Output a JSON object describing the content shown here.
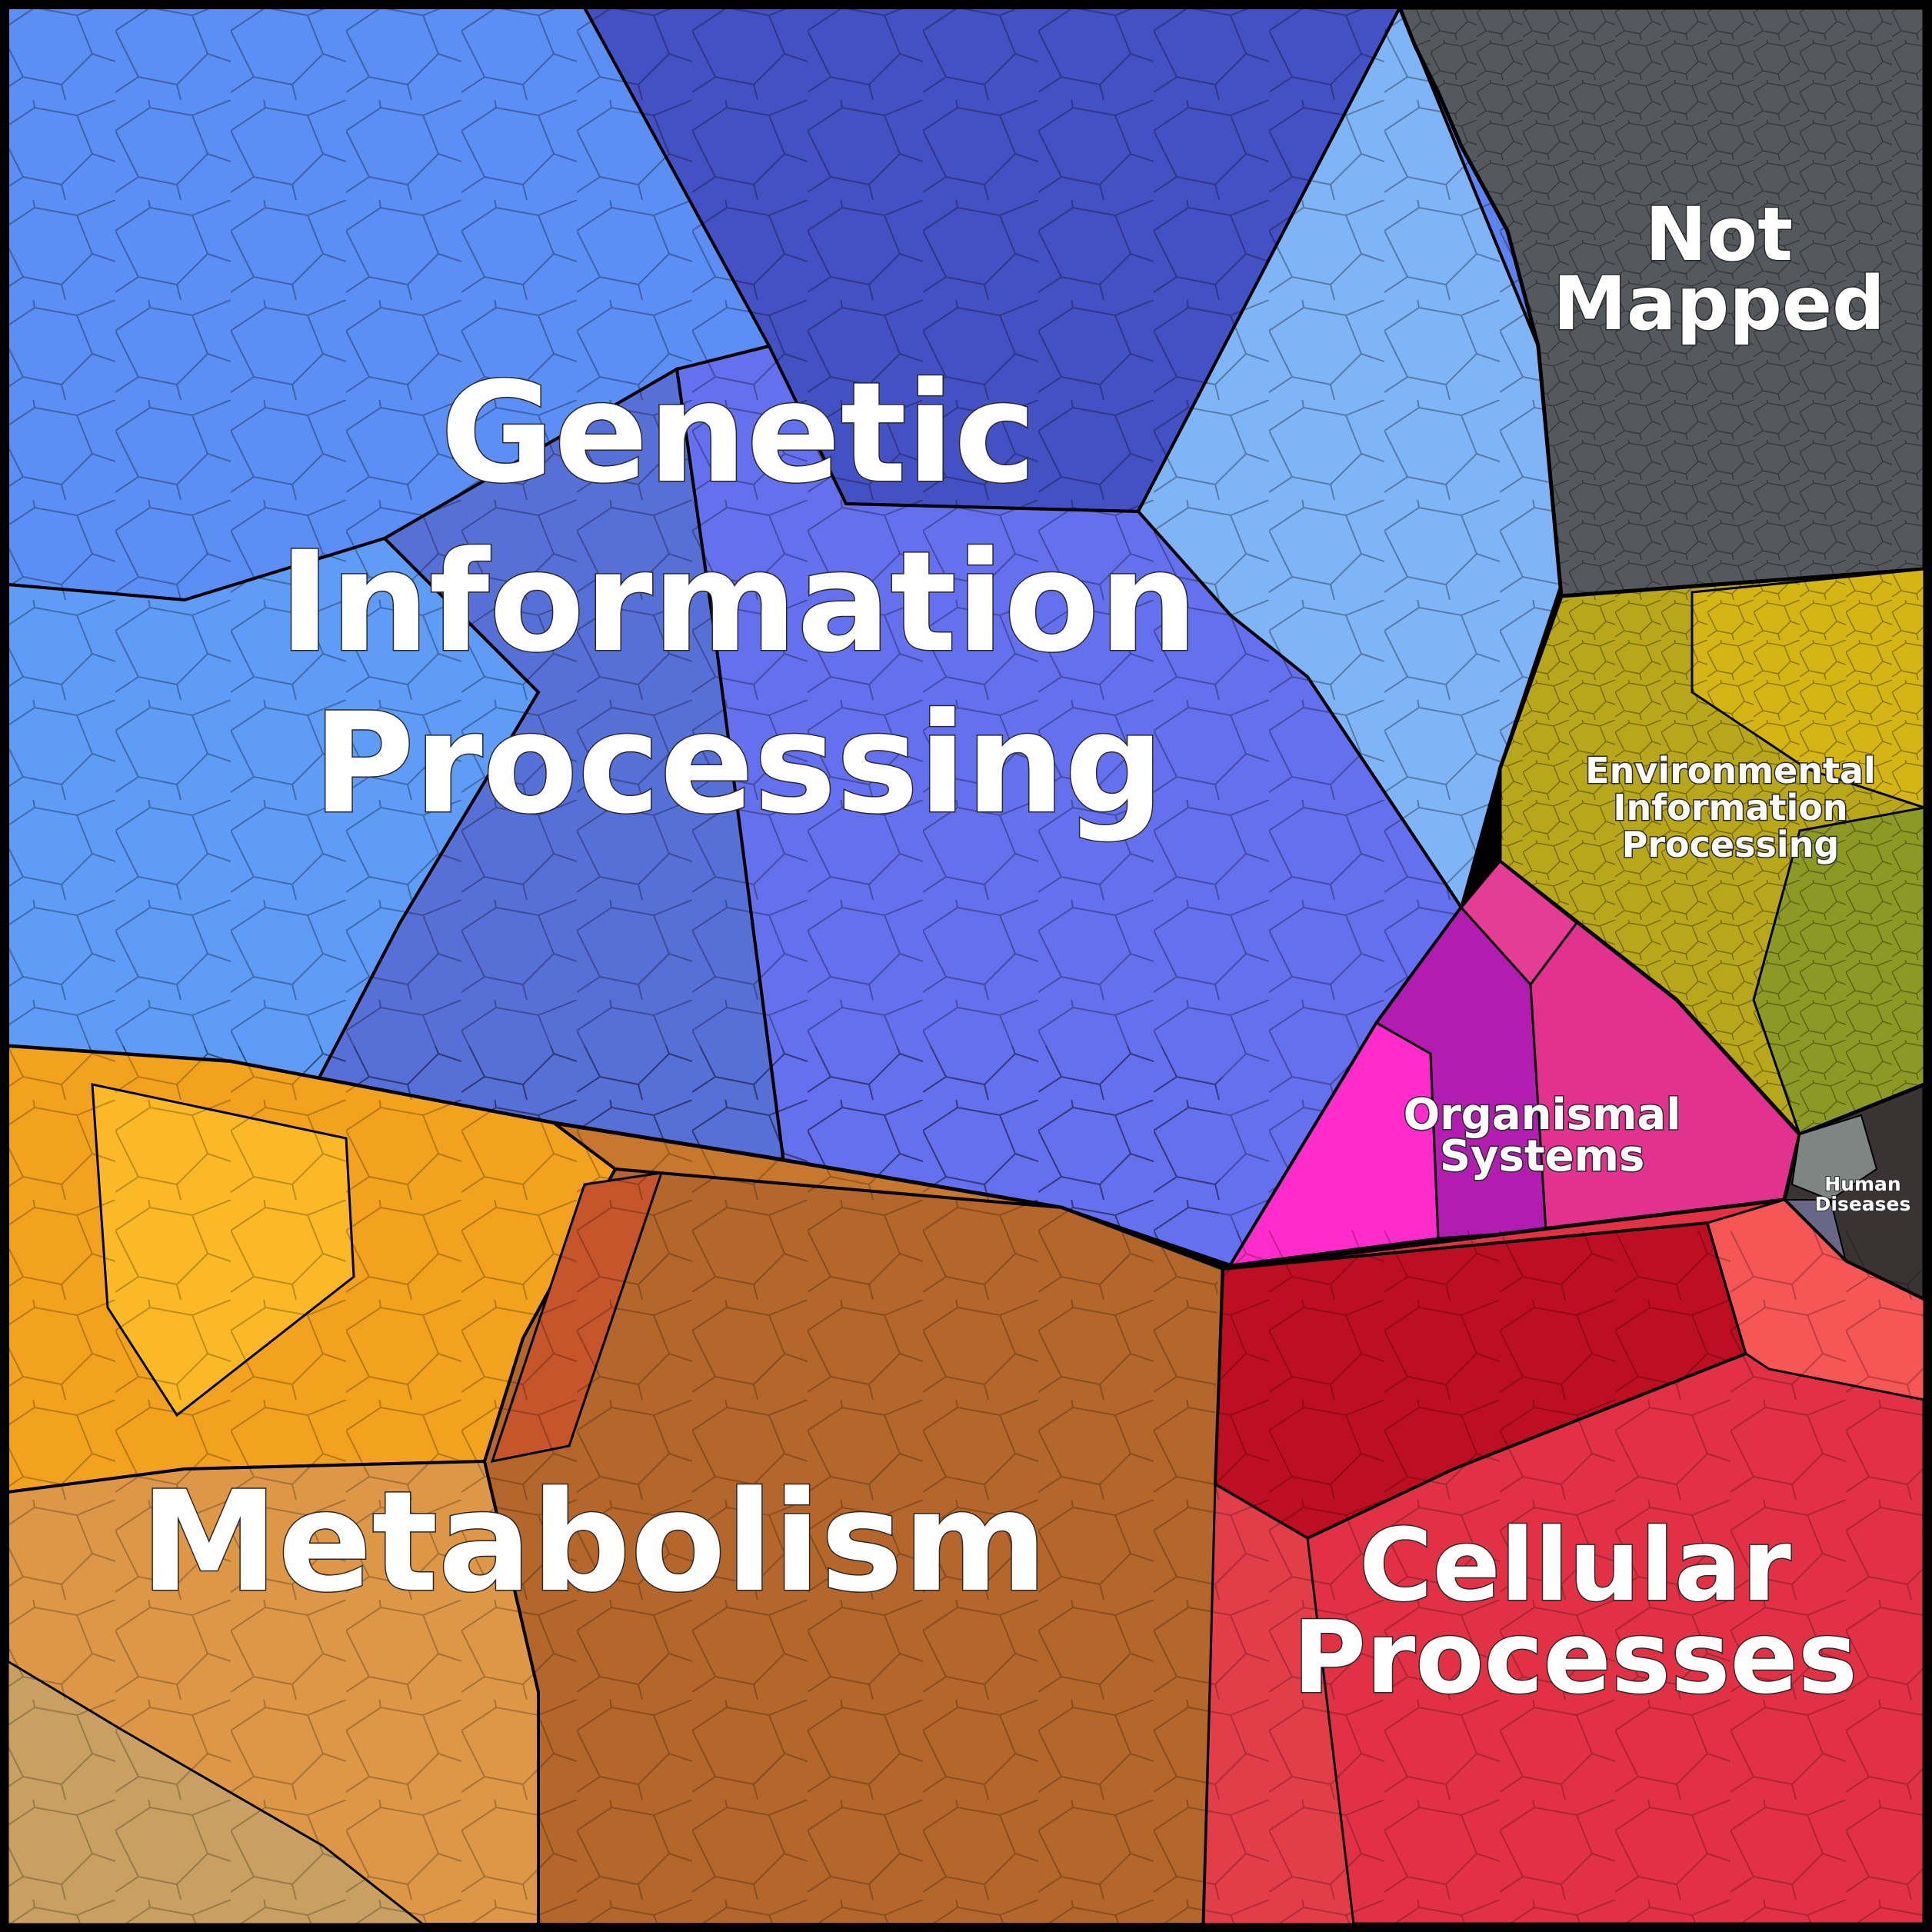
{
  "regions": [
    {
      "key": "genetic",
      "label_lines": [
        "Genetic",
        "Information",
        "Processing"
      ],
      "color": "#5b7ff0"
    },
    {
      "key": "not_mapped",
      "label_lines": [
        "Not",
        "Mapped"
      ],
      "color": "#55595d"
    },
    {
      "key": "environmental",
      "label_lines": [
        "Environmental",
        "Information",
        "Processing"
      ],
      "color": "#b3a317"
    },
    {
      "key": "organismal",
      "label_lines": [
        "Organismal",
        "Systems"
      ],
      "color": "#d92b93"
    },
    {
      "key": "human",
      "label_lines": [
        "Human",
        "Diseases"
      ],
      "color": "#3a3334"
    },
    {
      "key": "metabolism",
      "label_lines": [
        "Metabolism"
      ],
      "color": "#c97a2c"
    },
    {
      "key": "cellular",
      "label_lines": [
        "Cellular",
        "Processes"
      ],
      "color": "#e23145"
    }
  ]
}
